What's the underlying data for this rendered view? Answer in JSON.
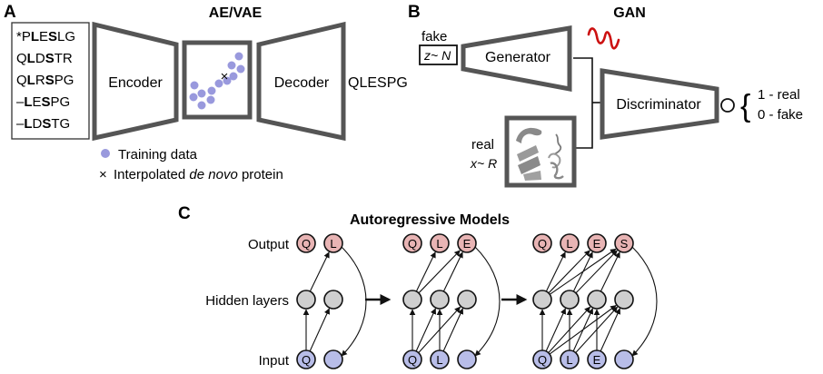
{
  "panel_a": {
    "letter": "A",
    "title": "AE/VAE",
    "sequences": [
      [
        {
          "t": "*P"
        },
        {
          "t": "L",
          "b": true
        },
        {
          "t": "E"
        },
        {
          "t": "S",
          "b": true
        },
        {
          "t": "LG"
        }
      ],
      [
        {
          "t": "Q"
        },
        {
          "t": "L",
          "b": true
        },
        {
          "t": "D"
        },
        {
          "t": "S",
          "b": true
        },
        {
          "t": "TR"
        }
      ],
      [
        {
          "t": "Q"
        },
        {
          "t": "L",
          "b": true
        },
        {
          "t": "R"
        },
        {
          "t": "S",
          "b": true
        },
        {
          "t": "PG"
        }
      ],
      [
        {
          "t": "–"
        },
        {
          "t": "L",
          "b": true
        },
        {
          "t": "E"
        },
        {
          "t": "S",
          "b": true
        },
        {
          "t": "PG"
        }
      ],
      [
        {
          "t": "–"
        },
        {
          "t": "L",
          "b": true
        },
        {
          "t": "D"
        },
        {
          "t": "S",
          "b": true
        },
        {
          "t": "TG"
        }
      ]
    ],
    "encoder_label": "Encoder",
    "decoder_label": "Decoder",
    "output_sequence": "QLESPG",
    "legend_training": "Training data",
    "legend_interp_prefix": "Interpolated ",
    "legend_interp_italic": "de novo",
    "legend_interp_suffix": " protein",
    "colors": {
      "training": "#9999dd",
      "frame": "#555555"
    }
  },
  "panel_b": {
    "letter": "B",
    "title": "GAN",
    "fake_label": "fake",
    "noise_label": "z~ N",
    "generator_label": "Generator",
    "discriminator_label": "Discriminator",
    "real_label": "real",
    "real_dist_label": "x~ R",
    "output_real": "1 - real",
    "output_fake": "0 - fake",
    "colors": {
      "fake_squiggle": "#cc1111"
    }
  },
  "panel_c": {
    "letter": "C",
    "title": "Autoregressive Models",
    "row_labels": {
      "output": "Output",
      "hidden": "Hidden layers",
      "input": "Input"
    },
    "stages": [
      {
        "output": [
          "Q",
          "L"
        ],
        "input": [
          "Q",
          ""
        ]
      },
      {
        "output": [
          "Q",
          "L",
          "E"
        ],
        "input": [
          "Q",
          "L",
          ""
        ]
      },
      {
        "output": [
          "Q",
          "L",
          "E",
          "S"
        ],
        "input": [
          "Q",
          "L",
          "E",
          ""
        ]
      }
    ],
    "colors": {
      "output_node": "#e8b4b4",
      "hidden_node": "#cfcfcf",
      "input_node": "#b8bde8"
    }
  }
}
